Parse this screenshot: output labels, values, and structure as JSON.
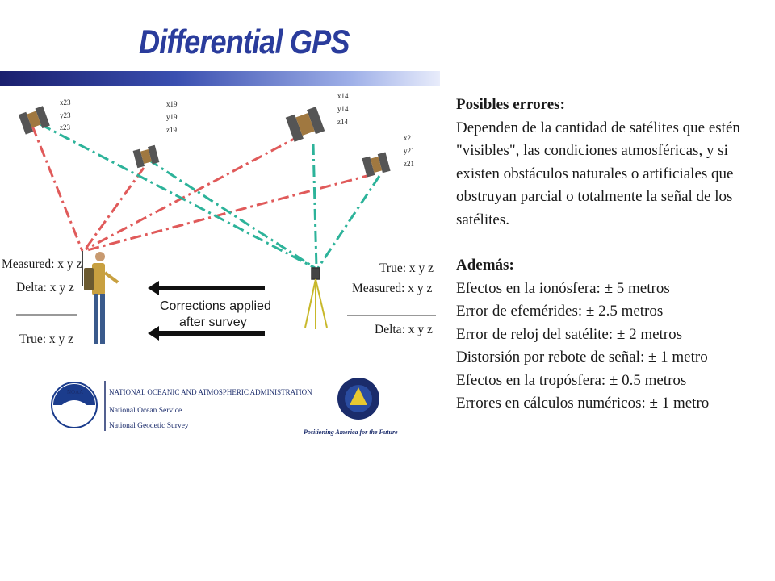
{
  "title": "Differential GPS",
  "diagram": {
    "satellites": [
      {
        "id": "s23",
        "coords": [
          "x23",
          "y23",
          "z23"
        ]
      },
      {
        "id": "s19",
        "coords": [
          "x19",
          "y19",
          "z19"
        ]
      },
      {
        "id": "s14",
        "coords": [
          "x14",
          "y14",
          "z14"
        ]
      },
      {
        "id": "s21",
        "coords": [
          "x21",
          "y21",
          "z21"
        ]
      }
    ],
    "left_labels": {
      "measured": "Measured: x y z",
      "delta": "Delta: x y z",
      "true": "True: x y z"
    },
    "right_labels": {
      "true": "True: x y z",
      "measured": "Measured: x y z",
      "delta": "Delta: x y z"
    },
    "corrections": [
      "Corrections applied",
      "after survey"
    ],
    "colors": {
      "red_ray": "#e05a5a",
      "green_ray": "#2db39a",
      "title": "#2a3c9c"
    }
  },
  "footer": {
    "org": "NATIONAL OCEANIC AND ATMOSPHERIC ADMINISTRATION",
    "service": "National Ocean Service",
    "survey": "National Geodetic Survey",
    "tagline": "Positioning America for the Future",
    "noaa": "NOAA"
  },
  "text": {
    "errors_heading": "Posibles errores:",
    "errors_body": "Dependen de la cantidad de satélites que estén \"visibles\", las condiciones atmosféricas, y si existen obstáculos naturales o artificiales que obstruyan parcial o totalmente la señal de los satélites.",
    "also_heading": "Además:",
    "items": [
      "Efectos en la ionósfera:  ± 5 metros",
      "Error de efemérides: ± 2.5 metros",
      "Error de reloj del satélite:  ± 2 metros",
      "Distorsión por rebote de señal:  ± 1 metro",
      "Efectos en la tropósfera:  ± 0.5 metros",
      "Errores en cálculos numéricos:  ± 1 metro"
    ]
  }
}
